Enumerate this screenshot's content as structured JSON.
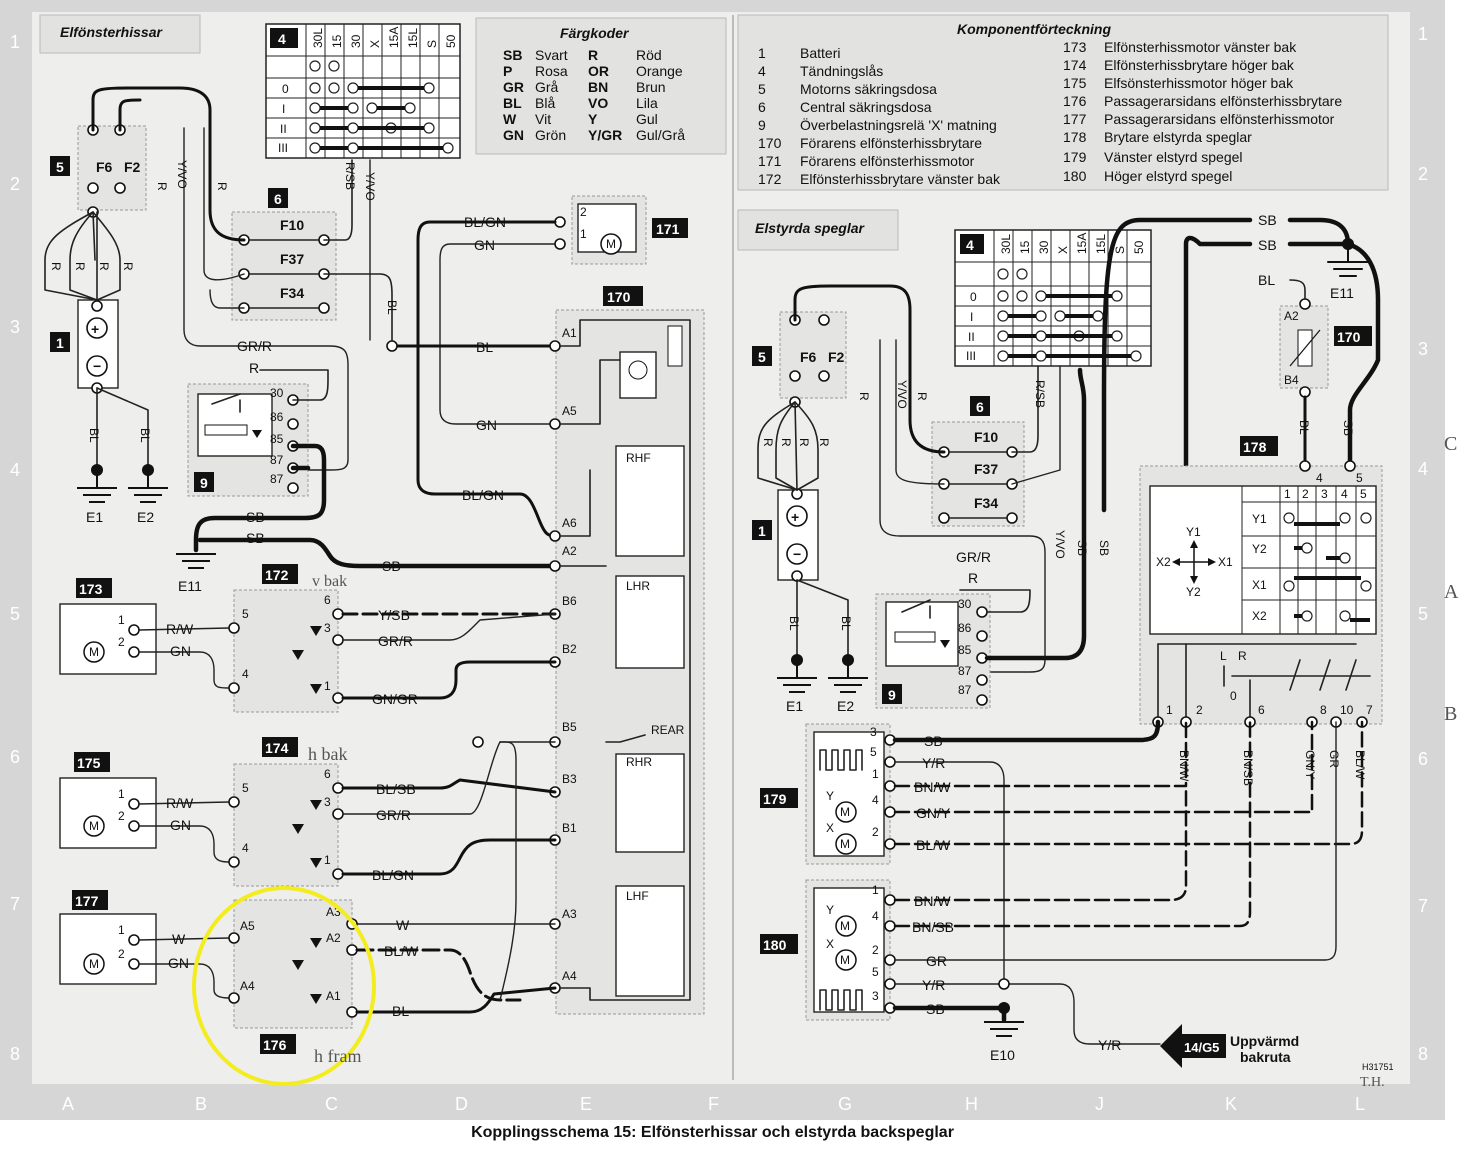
{
  "caption": "Kopplingsschema 15: Elfönsterhissar och elstyrda backspeglar",
  "drawing_number": "H31751",
  "sections": {
    "left_title": "Elfönsterhissar",
    "mirror_title": "Elstyrda speglar",
    "color_codes_title": "Färgkoder",
    "components_title": "Komponentförteckning"
  },
  "color_codes": [
    {
      "code": "SB",
      "name": "Svart"
    },
    {
      "code": "P",
      "name": "Rosa"
    },
    {
      "code": "GR",
      "name": "Grå"
    },
    {
      "code": "BL",
      "name": "Blå"
    },
    {
      "code": "W",
      "name": "Vit"
    },
    {
      "code": "GN",
      "name": "Grön"
    },
    {
      "code": "R",
      "name": "Röd"
    },
    {
      "code": "OR",
      "name": "Orange"
    },
    {
      "code": "BN",
      "name": "Brun"
    },
    {
      "code": "VO",
      "name": "Lila"
    },
    {
      "code": "Y",
      "name": "Gul"
    },
    {
      "code": "Y/GR",
      "name": "Gul/Grå"
    }
  ],
  "components": [
    {
      "no": "1",
      "name": "Batteri"
    },
    {
      "no": "4",
      "name": "Tändningslås"
    },
    {
      "no": "5",
      "name": "Motorns säkringsdosa"
    },
    {
      "no": "6",
      "name": "Central säkringsdosa"
    },
    {
      "no": "9",
      "name": "Överbelastningsrelä 'X' matning"
    },
    {
      "no": "170",
      "name": "Förarens elfönsterhissbrytare"
    },
    {
      "no": "171",
      "name": "Förarens elfönsterhissmotor"
    },
    {
      "no": "172",
      "name": "Elfönsterhissbrytare vänster bak"
    },
    {
      "no": "173",
      "name": "Elfönsterhissmotor vänster bak"
    },
    {
      "no": "174",
      "name": "Elfönsterhissbrytare höger bak"
    },
    {
      "no": "175",
      "name": "Elfsönsterhissmotor höger bak"
    },
    {
      "no": "176",
      "name": "Passagerarsidans elfönsterhissbrytare"
    },
    {
      "no": "177",
      "name": "Passagerarsidans elfönsterhissmotor"
    },
    {
      "no": "178",
      "name": "Brytare elstyrda speglar"
    },
    {
      "no": "179",
      "name": "Vänster elstyrd spegel"
    },
    {
      "no": "180",
      "name": "Höger elstyrd spegel"
    }
  ],
  "ignition_switch": {
    "columns": [
      "30L",
      "15",
      "30",
      "X",
      "15A",
      "15L",
      "S",
      "50"
    ],
    "positions": [
      "0",
      "I",
      "II",
      "III"
    ]
  },
  "fuses": [
    "F6",
    "F2",
    "F10",
    "F37",
    "F34"
  ],
  "relay_pins": [
    "30",
    "86",
    "85",
    "87",
    "87"
  ],
  "grounds": [
    "E1",
    "E2",
    "E11",
    "E10"
  ],
  "wires": {
    "R": "R",
    "YVO": "Y/VO",
    "RSB": "R/SB",
    "BLGN": "BL/GN",
    "GN": "GN",
    "BL": "BL",
    "GRR": "GR/R",
    "SB": "SB",
    "RW": "R/W",
    "YSB": "Y/SB",
    "GNGR": "GN/GR",
    "BLSB": "BL/SB",
    "W": "W",
    "BLW": "BL/W",
    "YR": "Y/R",
    "BNW": "BN/W",
    "GNY": "GN/Y",
    "BNSB": "BN/SB",
    "GR": "GR",
    "GNY_rot": "GN/Y",
    "BLW_rot": "BL/W"
  },
  "switch_170": {
    "pins": [
      "A1",
      "A5",
      "A6",
      "A2",
      "B6",
      "B2",
      "B5",
      "B3",
      "B1",
      "A3",
      "A4"
    ],
    "sections": [
      "RHF",
      "LHR",
      "REAR",
      "RHR",
      "LHF"
    ]
  },
  "switch_pins": {
    "p1": "1",
    "p2": "2",
    "p3": "3",
    "p4": "4",
    "p5": "5",
    "p6": "6",
    "a1": "A1",
    "a2": "A2",
    "a3": "A3",
    "a4": "A4",
    "a5": "A5"
  },
  "mirror_switch": {
    "columns": [
      "1",
      "2",
      "3",
      "4",
      "5"
    ],
    "rows": [
      "Y1",
      "Y2",
      "X1",
      "X2"
    ],
    "axis": {
      "y1": "Y1",
      "y2": "Y2",
      "x1": "X1",
      "x2": "X2"
    },
    "lr": {
      "l": "L",
      "r": "R",
      "zero": "0"
    },
    "pins": [
      "1",
      "2",
      "6",
      "8",
      "10",
      "7"
    ],
    "resistor": {
      "a2": "A2",
      "b4": "B4"
    }
  },
  "mirror_labels": {
    "y": "Y",
    "x": "X",
    "m": "M"
  },
  "heated_rear": {
    "ref": "14/G5",
    "label_line1": "Uppvärmd",
    "label_line2": "bakruta"
  },
  "grid": {
    "columns": [
      "A",
      "B",
      "C",
      "D",
      "E",
      "F",
      "G",
      "H",
      "J",
      "K",
      "L"
    ],
    "rows": [
      "1",
      "2",
      "3",
      "4",
      "5",
      "6",
      "7",
      "8"
    ]
  },
  "handwritten": {
    "n172": "v bak",
    "n174": "h bak",
    "n176": "h fram",
    "m1": "C",
    "m2": "A",
    "m3": "B",
    "sig": "T.H."
  }
}
